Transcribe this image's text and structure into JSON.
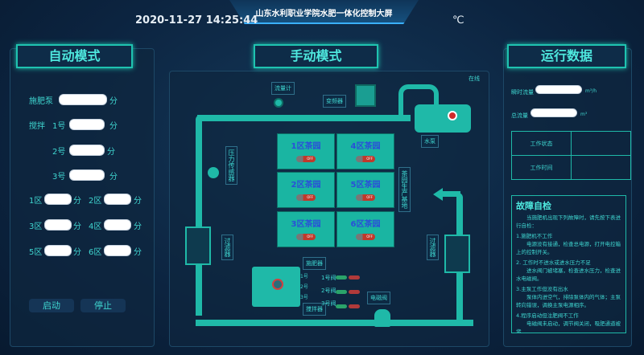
{
  "header": {
    "title": "山东水利职业学院水肥一体化控制大屏",
    "datetime": "2020-11-27 14:25:44",
    "temperature": "℃"
  },
  "auto": {
    "title": "自动模式",
    "fert_pump": "施肥泵",
    "stir": "搅拌",
    "n1": "1号",
    "n2": "2号",
    "n3": "3号",
    "unit": "分",
    "zones": [
      "1区",
      "2区",
      "3区",
      "4区",
      "5区",
      "6区"
    ],
    "start": "启动",
    "stop": "停止"
  },
  "manual": {
    "title": "手动模式",
    "online": "在线",
    "flowmeter": "流量计",
    "inverter": "变频器",
    "pump": "水泵",
    "pressure": "压力传感器",
    "base": "茶园生产基地",
    "filter": "过滤器",
    "fertilizer": "施肥器",
    "stirrer": "搅拌器",
    "solenoid": "电磁阀",
    "valves": [
      "1号阀",
      "2号阀",
      "3号阀"
    ],
    "tank_valves": [
      "1号",
      "2号",
      "3号"
    ],
    "zones": [
      {
        "name": "1区茶园",
        "state": "OFF"
      },
      {
        "name": "2区茶园",
        "state": "OFF"
      },
      {
        "name": "3区茶园",
        "state": "OFF"
      },
      {
        "name": "4区茶园",
        "state": "OFF"
      },
      {
        "name": "5区茶园",
        "state": "OFF"
      },
      {
        "name": "6区茶园",
        "state": "OFF"
      }
    ]
  },
  "run": {
    "title": "运行数据",
    "inst_flow": "瞬时流量",
    "inst_unit": "m³/h",
    "total_flow": "总流量",
    "total_unit": "m³",
    "status": "工作状态",
    "time": "工作时间"
  },
  "fault": {
    "title": "故障自检",
    "intro": "当施肥机出现下列故障时，请先按下表进行自检：",
    "items": [
      {
        "h": "1.施肥机不工作",
        "d": "电源没有接通，检查总电源，打开电控箱上的控制开关。"
      },
      {
        "h": "2. 工作时不进水或进水压力不足",
        "d": "进水阀门被堵塞，检查进水压力，检查进水电磁阀。"
      },
      {
        "h": "3.主泵工作但没有出水",
        "d": "泵体内进空气，排除泵体内的气体；主泵转向错误，调换主泵电源相序。"
      },
      {
        "h": "4.程序启动但注肥阀不工作",
        "d": "电磁阀未启动，调节阀关闭，吸肥通道被堵"
      }
    ]
  }
}
